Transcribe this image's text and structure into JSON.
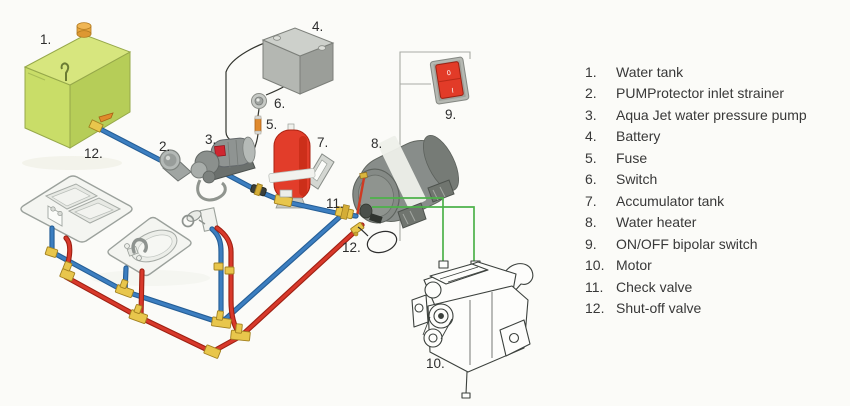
{
  "diagram": {
    "labels": {
      "l1": "1.",
      "l2": "2.",
      "l3": "3.",
      "l4": "4.",
      "l5": "5.",
      "l6": "6.",
      "l7": "7.",
      "l8": "8.",
      "l9": "9.",
      "l10": "10.",
      "l11": "11.",
      "l12a": "12.",
      "l12b": "12."
    },
    "switch9": {
      "off": "0",
      "on": "I"
    },
    "colors": {
      "cold_pipe": "#3c7ec0",
      "hot_pipe": "#d8392b",
      "fitting_brass": "#e8c64c",
      "tank_green": "#c9dd68",
      "accumulator_red": "#e23d2a",
      "switch_red": "#e23b28",
      "wire_green": "#4db24a",
      "heater_gray": "#888d8a"
    }
  },
  "legend": {
    "items": [
      {
        "num": "1.",
        "label": "Water tank"
      },
      {
        "num": "2.",
        "label": "PUMProtector inlet strainer"
      },
      {
        "num": "3.",
        "label": "Aqua Jet water pressure pump"
      },
      {
        "num": "4.",
        "label": "Battery"
      },
      {
        "num": "5.",
        "label": "Fuse"
      },
      {
        "num": "6.",
        "label": "Switch"
      },
      {
        "num": "7.",
        "label": "Accumulator tank"
      },
      {
        "num": "8.",
        "label": "Water heater"
      },
      {
        "num": "9.",
        "label": "ON/OFF bipolar switch"
      },
      {
        "num": "10.",
        "label": "Motor"
      },
      {
        "num": "11.",
        "label": "Check valve"
      },
      {
        "num": "12.",
        "label": "Shut-off valve"
      }
    ]
  }
}
